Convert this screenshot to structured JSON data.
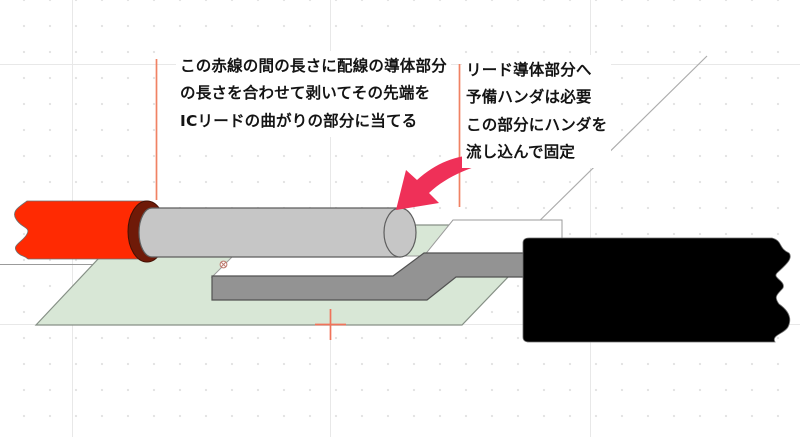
{
  "annotations": {
    "left_note": {
      "lines": {
        "l1": "この赤線の間の長さに配線の導体部分",
        "l2": "の長さを合わせて剥いてその先端を",
        "l3": "ICリードの曲がりの部分に当てる"
      }
    },
    "right_note": {
      "lines": {
        "l1": "リード導体部分へ",
        "l2": "予備ハンダは必要",
        "l3": "この部分にハンダを",
        "l4": "流し込んで固定"
      }
    }
  },
  "colors": {
    "wire_red": "#FF2A02",
    "wire_outline": "#6F6F6F",
    "ring_maroon": "#6F1A08",
    "ring_outline": "#431004",
    "conductor_gray": "#C6C6C6",
    "conductor_outline": "#5E5E5E",
    "lead_gray": "#939393",
    "lead_outline": "#525252",
    "board_green": "#D8E7D6",
    "board_outline": "#869086",
    "slab_white": "#FFFFFF",
    "slab_outline": "#9B9B9B",
    "ic_black": "#000000",
    "ic_outline": "#6E6E6E",
    "arrow_pink": "#EF3058",
    "guide_red": "#F08264",
    "cursor_red": "#F0735A",
    "marker_red": "#BE7A6E",
    "construction_gray": "#ACACAC",
    "faint_line": "#E8E8E8",
    "text_black": "#141414"
  }
}
